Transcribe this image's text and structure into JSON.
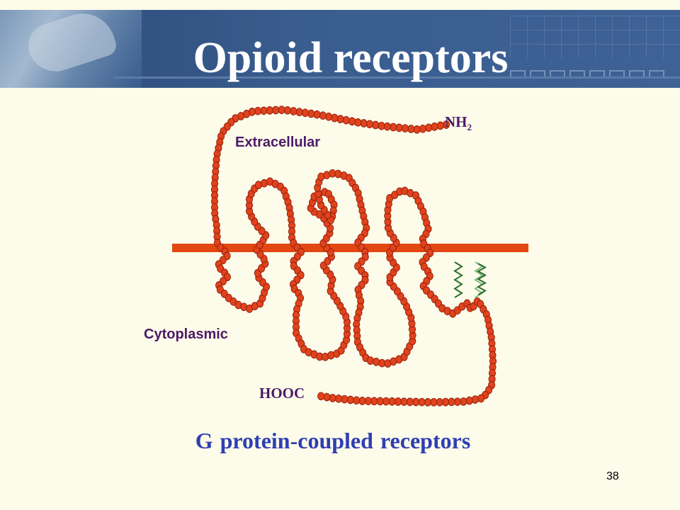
{
  "slide": {
    "title": "Opioid receptors",
    "caption": "G protein-coupled  receptors",
    "page_number": "38"
  },
  "diagram": {
    "region_labels": {
      "extracellular": "Extracellular",
      "cytoplasmic": "Cytoplasmic"
    },
    "terminals": {
      "n_terminus": "NH",
      "n_terminus_subscript": "2",
      "c_terminus": "HOOC"
    },
    "transmembrane_helices": 7,
    "palmitoyl_anchors": 2
  },
  "colors": {
    "header_blue": "#3a5d8f",
    "background": "#fdfbe9",
    "residue_fill": "#e0431d",
    "residue_outline": "#8e1c08",
    "membrane": "#e34812",
    "label_purple": "#4b1a68",
    "caption_blue": "#2e3fb3",
    "anchor_green_dark": "#2f6b2f",
    "anchor_green_light": "#7ec07e"
  }
}
